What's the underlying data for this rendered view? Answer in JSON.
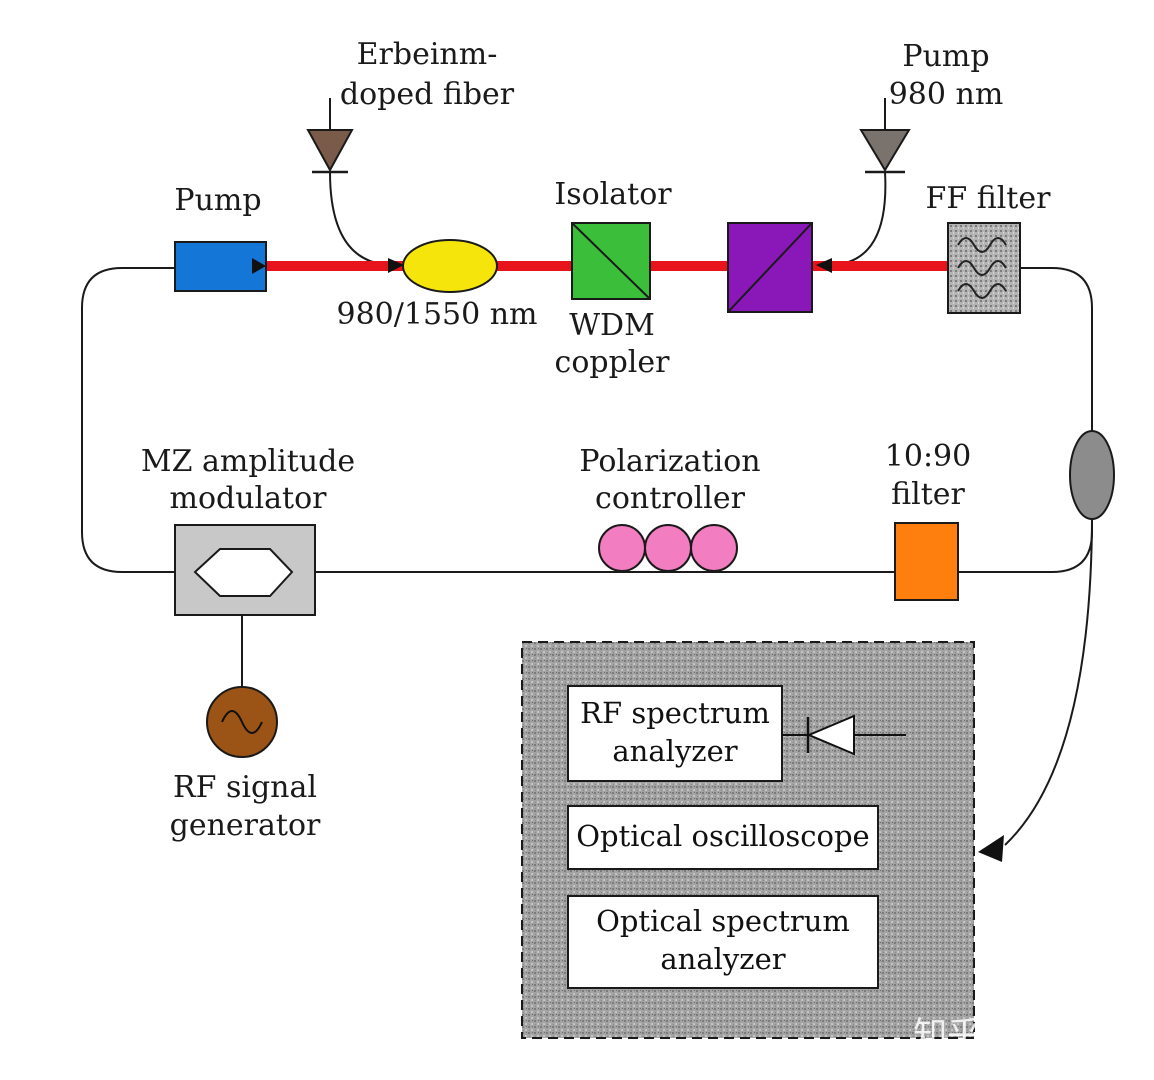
{
  "labels": {
    "erbium_line1": "Erbeinm-",
    "erbium_line2": "doped fiber",
    "pump_top_line1": "Pump",
    "pump_top_line2": "980 nm",
    "pump_left": "Pump",
    "isolator": "Isolator",
    "ff_filter": "FF filter",
    "coupler_980_1550": "980/1550 nm",
    "wdm_line1": "WDM",
    "wdm_line2": "coppler",
    "mz_line1": "MZ amplitude",
    "mz_line2": "modulator",
    "pol_line1": "Polarization",
    "pol_line2": "controller",
    "split_line1": "10:90",
    "split_line2": "filter",
    "rf_gen_line1": "RF signal",
    "rf_gen_line2": "generator"
  },
  "instruments": {
    "rf_spectrum_line1": "RF spectrum",
    "rf_spectrum_line2": "analyzer",
    "oscilloscope": "Optical oscilloscope",
    "osa_line1": "Optical spectrum",
    "osa_line2": "analyzer"
  },
  "watermark": "知乎 @哈哈哈",
  "colors": {
    "pump_fiber": "#e8141b",
    "pump_box": "#1476d6",
    "coupler": "#f5e50a",
    "isolator": "#3bbf3b",
    "wdm": "#8a17b8",
    "polarization": "#f27dc0",
    "splitter_90": "#ff7f0e",
    "output_coupler": "#8c8c8c",
    "modulator": "#c8c8c8",
    "rf_source": "#9c5316",
    "diode": "#7a5a48",
    "instrument_panel": "#9a9a9a"
  }
}
